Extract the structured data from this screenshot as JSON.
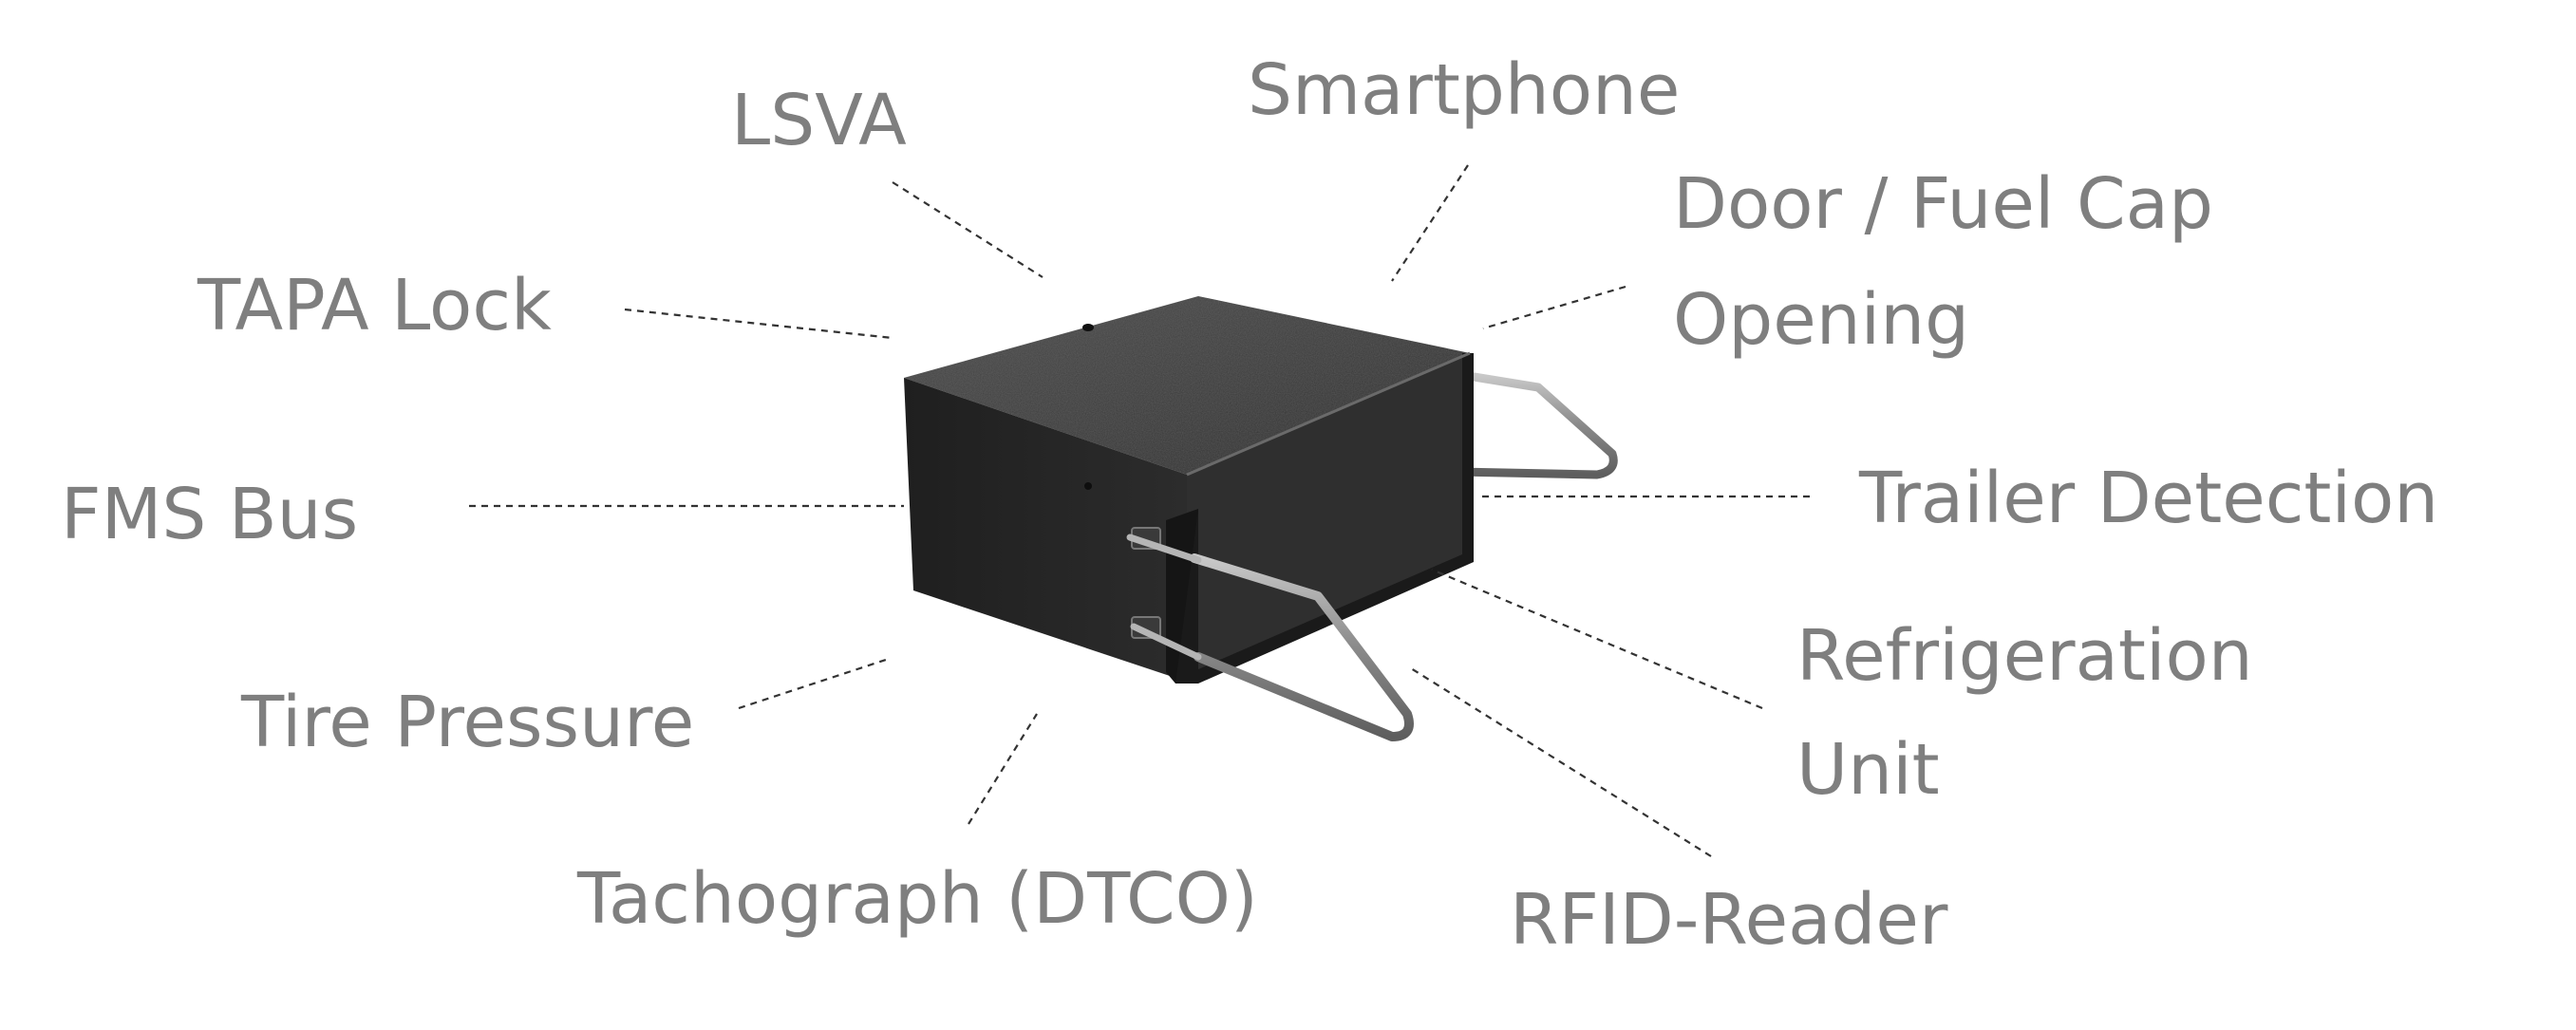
{
  "labels": {
    "lsva": "LSVA",
    "smartphone": "Smartphone",
    "door_line1": "Door / Fuel Cap",
    "door_line2": "Opening",
    "tapa_lock": "TAPA Lock",
    "fms_bus": "FMS Bus",
    "trailer_detection": "Trailer Detection",
    "refrigeration_line1": "Refrigeration",
    "refrigeration_line2": "Unit",
    "tire_pressure": "Tire Pressure",
    "tachograph": "Tachograph (DTCO)",
    "rfid_reader": "RFID-Reader"
  },
  "colors": {
    "label_text": "#7f7f7f",
    "leader_line": "#333333",
    "device_body": "#2e2e2e",
    "bracket_steel": "#9a9a9a"
  }
}
